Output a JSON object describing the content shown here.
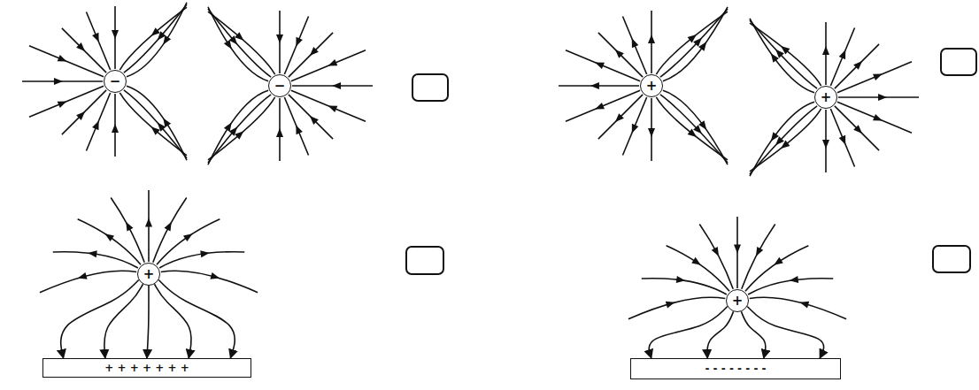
{
  "diagram": {
    "nodes": [
      {
        "text": [
          "−"
        ]
      },
      {
        "text": [
          "−"
        ]
      },
      {
        "text": [
          "+"
        ]
      },
      {
        "text": [
          "+"
        ]
      },
      {
        "text": [
          "+"
        ]
      },
      {
        "text": [
          "+ + + + + + +"
        ]
      },
      {
        "text": [
          "+"
        ]
      },
      {
        "text": [
          "- - - - - - - -"
        ]
      }
    ],
    "edges": [
      {
        "from": 4,
        "to": 5,
        "arrow": "to"
      },
      {
        "from": 4,
        "to": 5,
        "arrow": "to"
      },
      {
        "from": 4,
        "to": 5,
        "arrow": "to"
      },
      {
        "from": 4,
        "to": 5,
        "arrow": "to"
      },
      {
        "from": 4,
        "to": 5,
        "arrow": "to"
      },
      {
        "from": 6,
        "to": 7,
        "arrow": "to"
      },
      {
        "from": 6,
        "to": 7,
        "arrow": "to"
      },
      {
        "from": 6,
        "to": 7,
        "arrow": "to"
      },
      {
        "from": 6,
        "to": 7,
        "arrow": "to"
      }
    ]
  }
}
